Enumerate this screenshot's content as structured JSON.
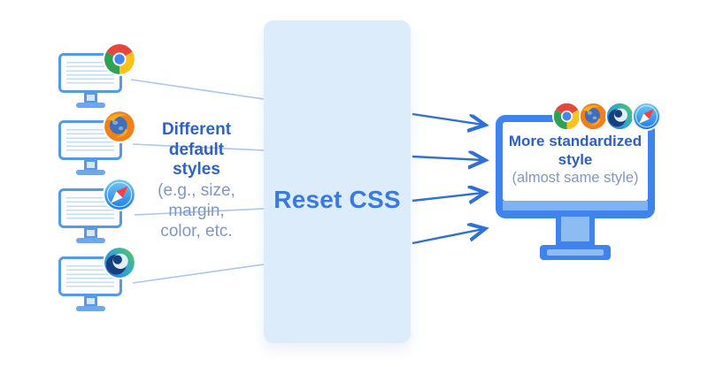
{
  "diagram": {
    "background": "#ffffff",
    "left_monitors": [
      {
        "browser": "Chrome"
      },
      {
        "browser": "Firefox"
      },
      {
        "browser": "Safari"
      },
      {
        "browser": "Edge"
      }
    ],
    "left_label": {
      "bold_lines": [
        "Different",
        "default",
        "styles"
      ],
      "normal_lines": [
        "(e.g., size,",
        "margin,",
        "color, etc."
      ]
    },
    "center_box": {
      "label": "Reset CSS",
      "fill": "#ddecfa",
      "text_color": "#3a78e2"
    },
    "right_monitor": {
      "title": "More standardized style",
      "subtitle": "(almost same style)",
      "browsers": [
        "Chrome",
        "Firefox",
        "Edge",
        "Safari"
      ]
    },
    "colors": {
      "monitor_border_blue": "#559aea",
      "right_frame_blue": "#3f83ef",
      "heading_text": "#2d63c8",
      "muted_text": "#8196c4",
      "connector_light": "#a8c6ee",
      "arrow_blue": "#2e70d6"
    }
  }
}
